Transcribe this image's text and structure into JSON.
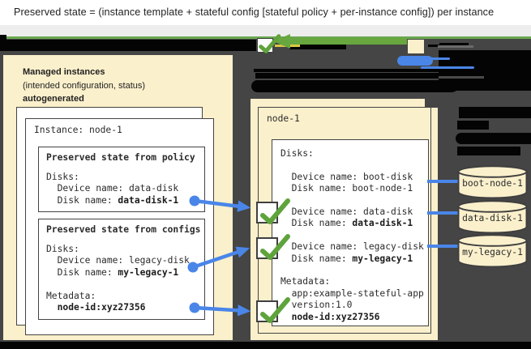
{
  "title": "Preserved state = (instance template + stateful config [stateful policy + per-instance config]) per instance",
  "left_panel": {
    "heading_line1": "Managed instances",
    "heading_line2": "(intended configuration, status)",
    "heading_line3": "autogenerated",
    "instance_card": {
      "title": "Instance: node-1",
      "policy_box": {
        "header": "Preserved state from policy",
        "lines": [
          "Disks:",
          "  Device name: data-disk",
          "  Disk name: **data-disk-1**"
        ]
      },
      "configs_box": {
        "header": "Preserved state from configs",
        "lines": [
          "Disks:",
          "  Device name: legacy-disk",
          "  Disk name: **my-legacy-1**",
          "",
          "Metadata:",
          "  **node-id:xyz27356**"
        ]
      }
    }
  },
  "right_panel": {
    "node_card": {
      "title": "node-1",
      "lines": [
        "Disks:",
        "",
        "  Device name: boot-disk",
        "  Disk name: boot-node-1",
        "",
        "  Device name: data-disk",
        "  Disk name: **data-disk-1**",
        "",
        "  Device name: legacy-disk",
        "  Disk name: **my-legacy-1**",
        "",
        "Metadata:",
        "  app:example-stateful-app",
        "  version:1.0",
        "  **node-id:xyz27356**"
      ]
    }
  },
  "disks": [
    {
      "label": "boot-node-1"
    },
    {
      "label": "data-disk-1"
    },
    {
      "label": "my-legacy-1"
    }
  ],
  "colors": {
    "cream": "#fbf0cc",
    "dark_background": "#454545",
    "redaction_black": "#040404",
    "blue_accent": "#4a86e8",
    "green_accent": "#6aa84f",
    "checkmark_green": "#5fa33c",
    "yellow_accent": "#d9c845"
  }
}
